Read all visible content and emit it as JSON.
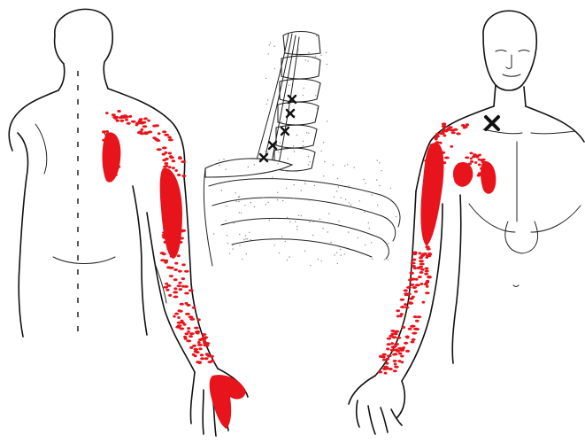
{
  "colors": {
    "referral": "#e8141c",
    "outline": "#111111",
    "trigger_mark": "#111111",
    "background": "#ffffff"
  },
  "panels": [
    {
      "id": "posterior-view",
      "label": ""
    },
    {
      "id": "cervical-spine-view",
      "label": ""
    },
    {
      "id": "anterior-view",
      "label": ""
    }
  ],
  "icons": {
    "trigger_point": "x-mark-icon"
  }
}
